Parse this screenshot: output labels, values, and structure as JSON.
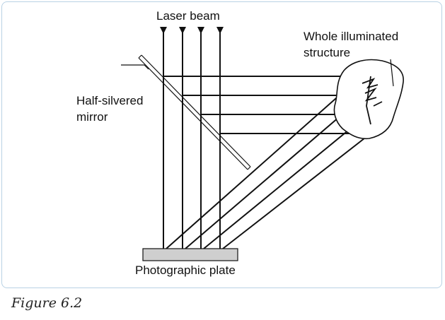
{
  "labels": {
    "laser_beam": "Laser beam",
    "structure_line1": "Whole illuminated",
    "structure_line2": "structure",
    "mirror_line1": "Half-silvered",
    "mirror_line2": "mirror",
    "plate": "Photographic plate"
  },
  "caption": "Figure 6.2",
  "colors": {
    "frame_border": "#b9d2e4",
    "line": "#111111",
    "plate_fill": "#cfcfcf"
  }
}
